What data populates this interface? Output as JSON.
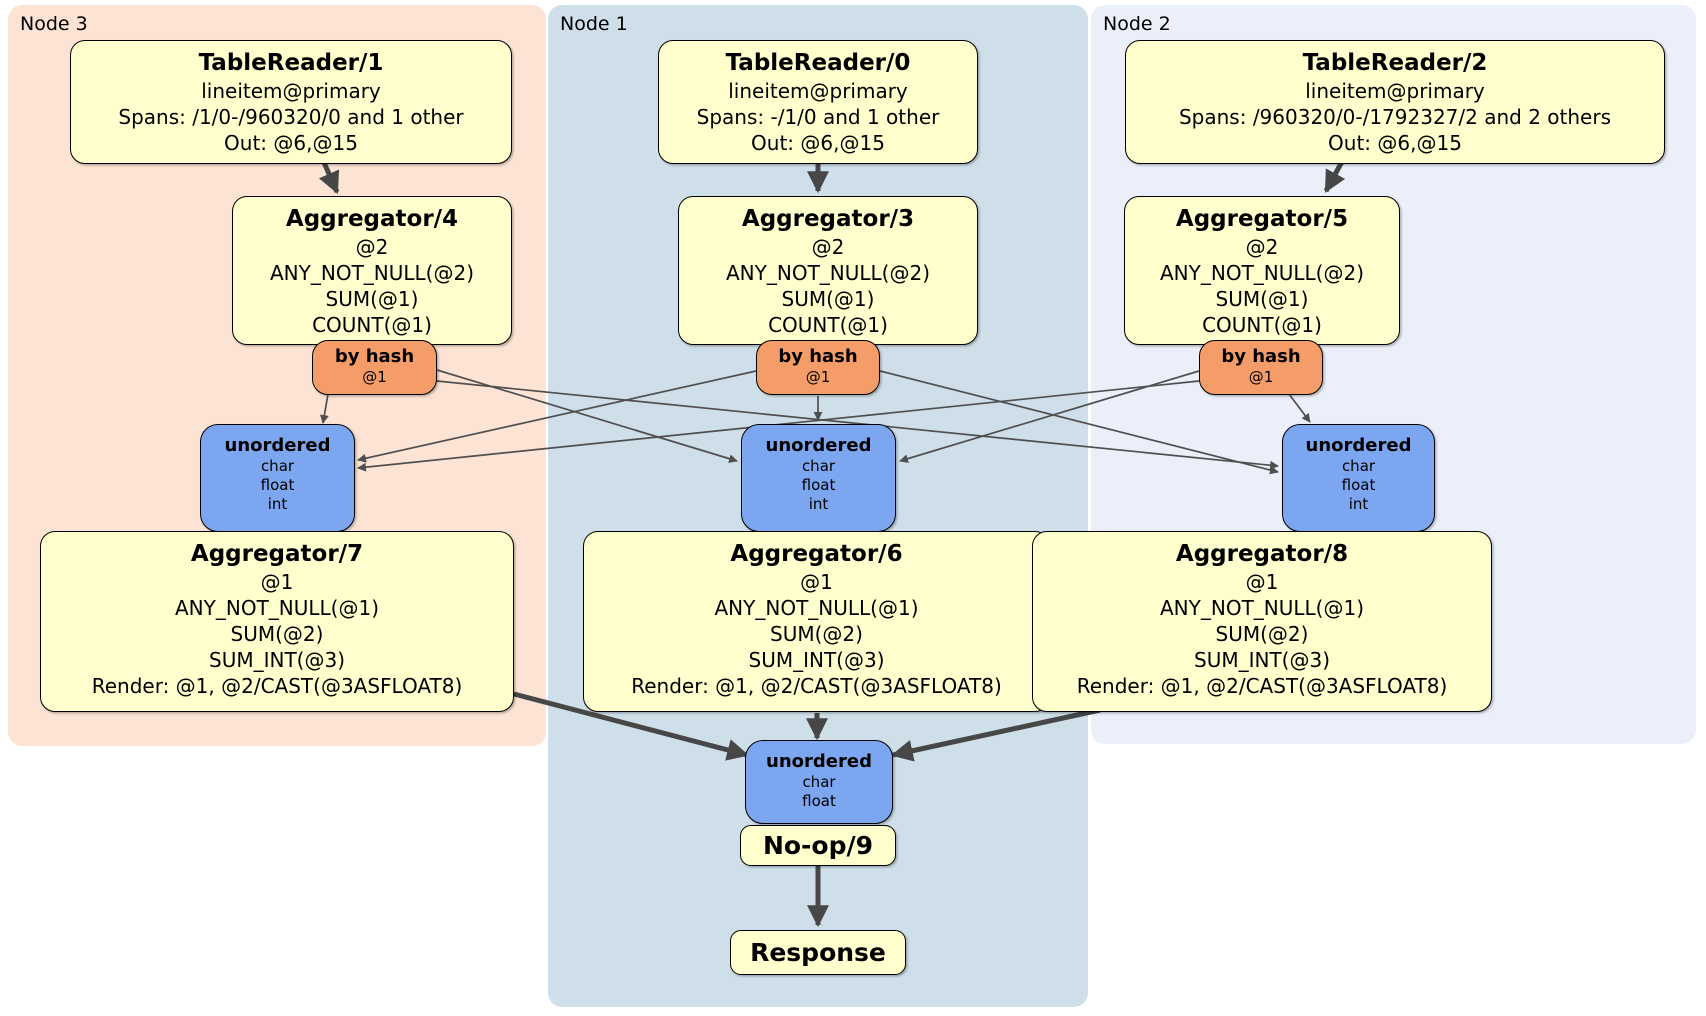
{
  "diagram_type": "distsql-physical-plan",
  "colors": {
    "node3_region_bg": "#fce3d4",
    "node1_region_bg": "#cfdfe9",
    "node2_region_bg": "#eaeffa",
    "processor_fill": "#ffffcd",
    "router_fill": "#f59d69",
    "sync_fill": "#7ca6ef",
    "edge": "#474747",
    "page_bg": "#ffffff"
  },
  "regions": [
    {
      "label": "Node 3"
    },
    {
      "label": "Node 1"
    },
    {
      "label": "Node 2"
    }
  ],
  "processors": [
    {
      "title": "TableReader/1",
      "lines": [
        "lineitem@primary",
        "Spans: /1/0-/960320/0 and 1 other",
        "Out: @6,@15"
      ]
    },
    {
      "title": "Aggregator/4",
      "lines": [
        "@2",
        "ANY_NOT_NULL(@2)",
        "SUM(@1)",
        "COUNT(@1)"
      ]
    },
    {
      "title": "Aggregator/7",
      "lines": [
        "@1",
        "ANY_NOT_NULL(@1)",
        "SUM(@2)",
        "SUM_INT(@3)",
        "Render: @1, @2/CAST(@3ASFLOAT8)"
      ]
    },
    {
      "title": "TableReader/0",
      "lines": [
        "lineitem@primary",
        "Spans: -/1/0 and 1 other",
        "Out: @6,@15"
      ]
    },
    {
      "title": "Aggregator/3",
      "lines": [
        "@2",
        "ANY_NOT_NULL(@2)",
        "SUM(@1)",
        "COUNT(@1)"
      ]
    },
    {
      "title": "Aggregator/6",
      "lines": [
        "@1",
        "ANY_NOT_NULL(@1)",
        "SUM(@2)",
        "SUM_INT(@3)",
        "Render: @1, @2/CAST(@3ASFLOAT8)"
      ]
    },
    {
      "title": "TableReader/2",
      "lines": [
        "lineitem@primary",
        "Spans: /960320/0-/1792327/2 and 2 others",
        "Out: @6,@15"
      ]
    },
    {
      "title": "Aggregator/5",
      "lines": [
        "@2",
        "ANY_NOT_NULL(@2)",
        "SUM(@1)",
        "COUNT(@1)"
      ]
    },
    {
      "title": "Aggregator/8",
      "lines": [
        "@1",
        "ANY_NOT_NULL(@1)",
        "SUM(@2)",
        "SUM_INT(@3)",
        "Render: @1, @2/CAST(@3ASFLOAT8)"
      ]
    },
    {
      "title": "No-op/9",
      "lines": []
    }
  ],
  "routers": [
    {
      "label": "by hash",
      "hash_columns": "@1"
    },
    {
      "label": "by hash",
      "hash_columns": "@1"
    },
    {
      "label": "by hash",
      "hash_columns": "@1"
    }
  ],
  "syncs": [
    {
      "label": "unordered",
      "streams": [
        "char",
        "float",
        "int"
      ]
    },
    {
      "label": "unordered",
      "streams": [
        "char",
        "float",
        "int"
      ]
    },
    {
      "label": "unordered",
      "streams": [
        "char",
        "float",
        "int"
      ]
    },
    {
      "label": "unordered",
      "streams": [
        "char",
        "float"
      ]
    }
  ],
  "terminal": {
    "label": "Response"
  }
}
